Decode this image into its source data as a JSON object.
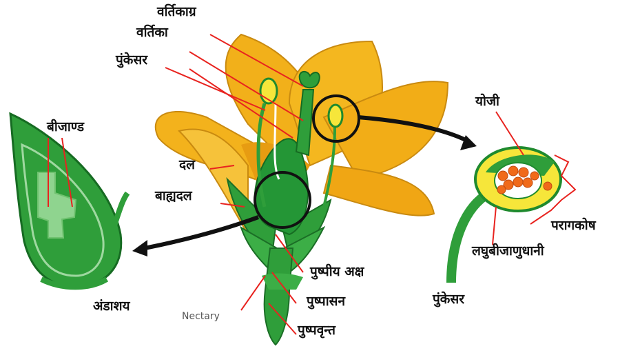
{
  "labels": {
    "style_vartikagra": "वर्तिकाग्र",
    "style_vartika": "वर्तिका",
    "stamen_left": "पुंकेसर",
    "ovule": "बीजाण्ड",
    "petal": "दल",
    "sepal": "बाह्यदल",
    "ovary": "अंडाशय",
    "nectary": "Nectary",
    "floral_axis": "पुष्पीय अक्ष",
    "receptacle": "पुष्पासन",
    "pedicel": "पुष्पवृन्त",
    "connective": "योजी",
    "anther": "परागकोष",
    "microsporangium": "लघुबीजाणुधानी",
    "stamen_right": "पुंकेसर"
  },
  "colors": {
    "petal_fill": "#f3b21c",
    "petal_dark": "#d18a0a",
    "green_dark": "#1f8a2e",
    "green_light": "#3fb24a",
    "leader_line": "#e8231f",
    "pollen": "#f06a1a",
    "anther_yellow": "#f6e63a"
  }
}
